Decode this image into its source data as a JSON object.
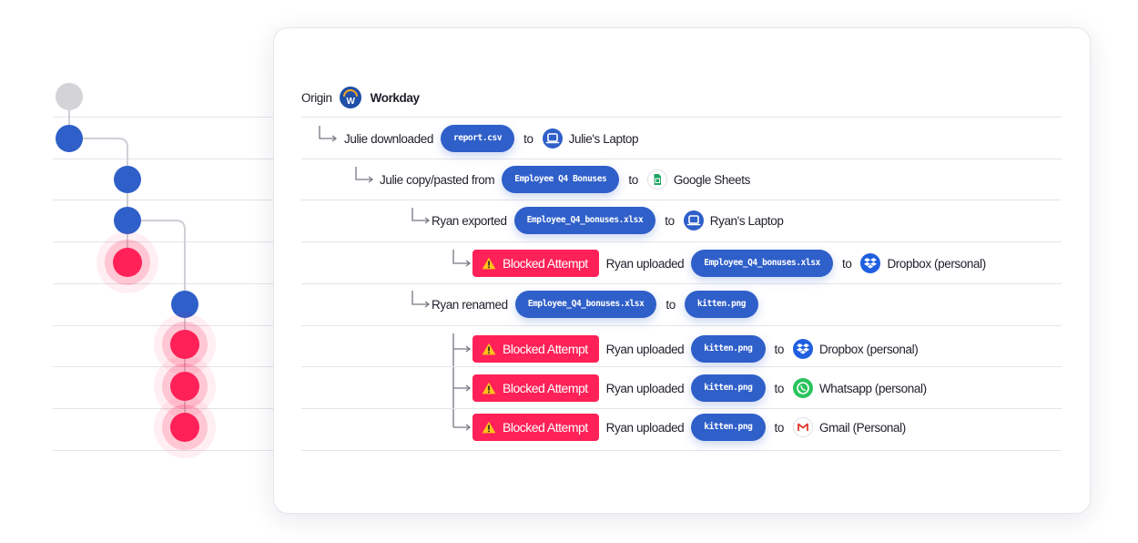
{
  "origin": {
    "label": "Origin",
    "app": "Workday",
    "icon": "workday-icon"
  },
  "rows": [
    {
      "actor_text": "Julie downloaded",
      "file": "report.csv",
      "to_label": "to",
      "dest": "Julie's Laptop",
      "dest_icon": "laptop-icon"
    },
    {
      "actor_text": "Julie copy/pasted from",
      "file": "Employee Q4 Bonuses",
      "to_label": "to",
      "dest": "Google Sheets",
      "dest_icon": "google-sheets-icon"
    },
    {
      "actor_text": "Ryan exported",
      "file": "Employee_Q4_bonuses.xlsx",
      "to_label": "to",
      "dest": "Ryan's Laptop",
      "dest_icon": "laptop-icon"
    },
    {
      "badge": "Blocked Attempt",
      "actor_text": "Ryan uploaded",
      "file": "Employee_Q4_bonuses.xlsx",
      "to_label": "to",
      "dest": "Dropbox (personal)",
      "dest_icon": "dropbox-icon"
    },
    {
      "actor_text": "Ryan renamed",
      "file": "Employee_Q4_bonuses.xlsx",
      "to_label": "to",
      "new_file": "kitten.png"
    },
    {
      "badge": "Blocked Attempt",
      "actor_text": "Ryan uploaded",
      "file": "kitten.png",
      "to_label": "to",
      "dest": "Dropbox (personal)",
      "dest_icon": "dropbox-icon"
    },
    {
      "badge": "Blocked Attempt",
      "actor_text": "Ryan uploaded",
      "file": "kitten.png",
      "to_label": "to",
      "dest": "Whatsapp (personal)",
      "dest_icon": "whatsapp-icon"
    },
    {
      "badge": "Blocked Attempt",
      "actor_text": "Ryan uploaded",
      "file": "kitten.png",
      "to_label": "to",
      "dest": "Gmail (Personal)",
      "dest_icon": "gmail-icon"
    }
  ],
  "colors": {
    "pill_blue": "#2f5fc9",
    "blocked_red": "#ff2157",
    "node_gray": "#d3d3d8",
    "divider": "#e4e4ea"
  }
}
